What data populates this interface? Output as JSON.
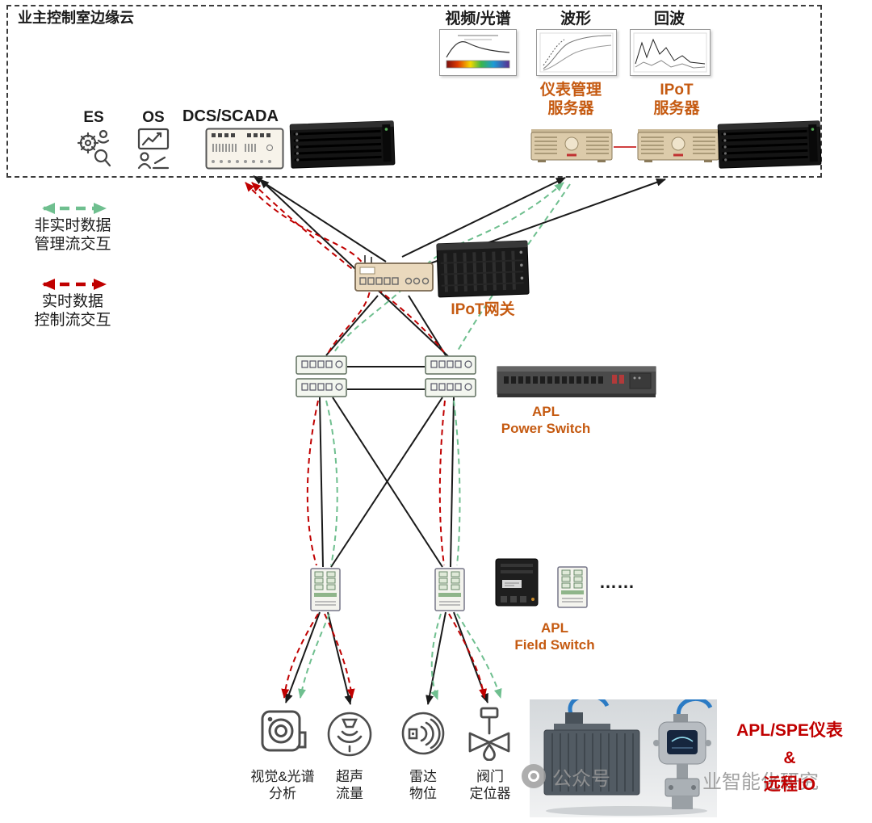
{
  "cloud": {
    "label": "业主控制室边缘云"
  },
  "thumbnails": [
    {
      "label": "视频/光谱"
    },
    {
      "label": "波形"
    },
    {
      "label": "回波"
    }
  ],
  "top_nodes": {
    "es_label": "ES",
    "os_label": "OS",
    "dcs_label": "DCS/SCADA",
    "inst_server_label_1": "仪表管理",
    "inst_server_label_2": "服务器",
    "ipot_server_label_1": "IPoT",
    "ipot_server_label_2": "服务器"
  },
  "legend": {
    "nonrealtime_1": "非实时数据",
    "nonrealtime_2": "管理流交互",
    "realtime_1": "实时数据",
    "realtime_2": "控制流交互"
  },
  "middle_nodes": {
    "gateway_label": "IPoT网关",
    "power_switch_label_1": "APL",
    "power_switch_label_2": "Power Switch",
    "field_switch_label_1": "APL",
    "field_switch_label_2": "Field Switch",
    "more_devices": "……"
  },
  "sensors": [
    {
      "label_1": "视觉&光谱",
      "label_2": "分析"
    },
    {
      "label_1": "超声",
      "label_2": "流量"
    },
    {
      "label_1": "雷达",
      "label_2": "物位"
    },
    {
      "label_1": "阀门",
      "label_2": "定位器"
    }
  ],
  "instruments": {
    "caption_1": "APL/SPE仪表",
    "caption_2": "&",
    "caption_3": "远程IO"
  },
  "watermark": {
    "prefix": "公众号",
    "suffix": "业智能化研究"
  },
  "colors": {
    "label_orange": "#C55A11",
    "flow_red": "#C00000",
    "flow_green": "#6FBF8F",
    "line_black": "#1A1A1A"
  }
}
